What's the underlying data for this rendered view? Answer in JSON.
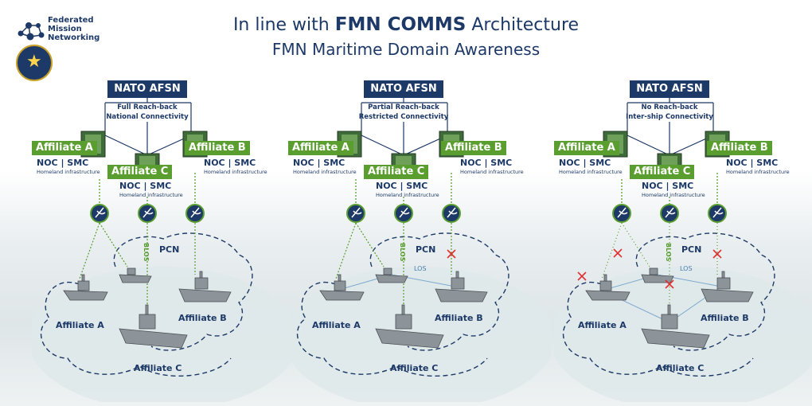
{
  "logo": {
    "line1": "Federated",
    "line2": "Mission",
    "line3": "Networking"
  },
  "title": {
    "prefix": "In line with",
    "emphasis": "FMN COMMS",
    "suffix": "Architecture",
    "line2": "FMN Maritime Domain Awareness"
  },
  "colors": {
    "navy": "#1d3967",
    "green": "#5a9e2f",
    "cross": "#e03030",
    "los": "#4a7fb0"
  },
  "panels": [
    {
      "afsn": "NATO AFSN",
      "reach_line1": "Full Reach-back",
      "reach_line2": "National Connectivity",
      "affiliate_a": "Affiliate A",
      "affiliate_b": "Affiliate B",
      "affiliate_c": "Affiliate C",
      "noc_smc": "NOC | SMC",
      "homeland": "Homeland infrastructure",
      "pcn": "PCN",
      "blos": "BLOS",
      "los": "",
      "ship_a": "Affiliate A",
      "ship_b": "Affiliate B",
      "ship_c": "Affiliate C"
    },
    {
      "afsn": "NATO AFSN",
      "reach_line1": "Partial Reach-back",
      "reach_line2": "Restricted Connectivity",
      "affiliate_a": "Affiliate A",
      "affiliate_b": "Affiliate B",
      "affiliate_c": "Affiliate C",
      "noc_smc": "NOC | SMC",
      "homeland": "Homeland infrastructure",
      "pcn": "PCN",
      "blos": "BLOS",
      "los": "LOS",
      "ship_a": "Affiliate A",
      "ship_b": "Affiliate B",
      "ship_c": "Affiliate C"
    },
    {
      "afsn": "NATO AFSN",
      "reach_line1": "No Reach-back",
      "reach_line2": "Inter-ship Connectivity",
      "affiliate_a": "Affiliate A",
      "affiliate_b": "Affiliate B",
      "affiliate_c": "Affiliate C",
      "noc_smc": "NOC | SMC",
      "homeland": "Homeland infrastructure",
      "pcn": "PCN",
      "blos": "BLOS",
      "los": "LOS",
      "ship_a": "Affiliate A",
      "ship_b": "Affiliate B",
      "ship_c": "Affiliate C"
    }
  ]
}
